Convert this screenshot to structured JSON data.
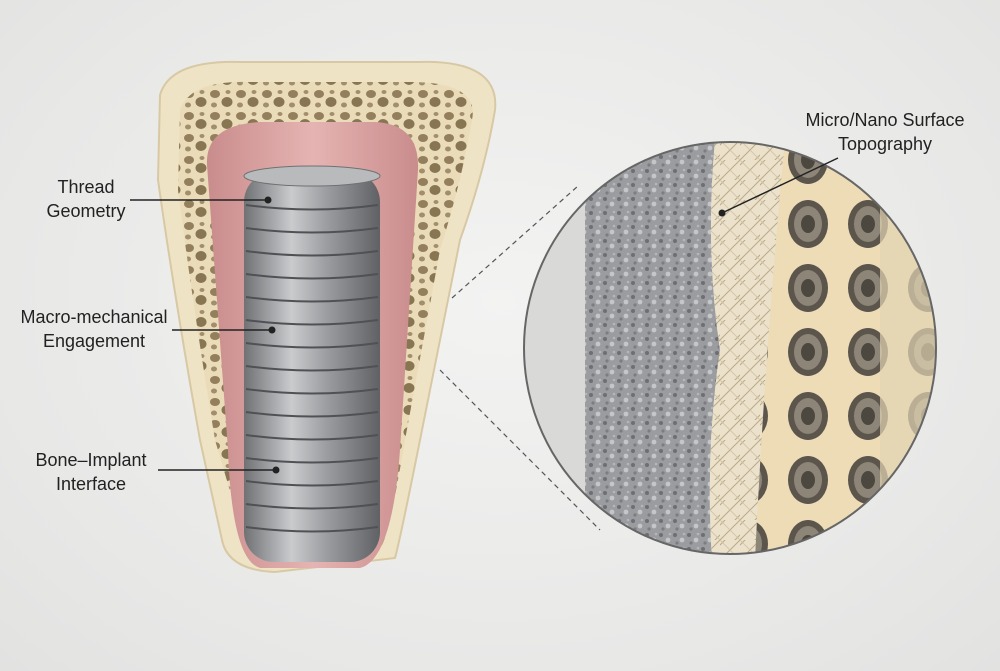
{
  "labels": {
    "thread": {
      "line1": "Thread",
      "line2": "Geometry"
    },
    "macro": {
      "line1": "Macro-mechanical",
      "line2": "Engagement"
    },
    "bone": {
      "line1": "Bone–Implant",
      "line2": "Interface"
    },
    "micro": {
      "line1": "Micro/Nano Surface",
      "line2": "Topography"
    }
  },
  "colors": {
    "background": "#ececeb",
    "bone": "#efe3c6",
    "bone_dark": "#c9b48a",
    "soft_tissue": "#d9a0a0",
    "implant": "#8e9093",
    "implant_light": "#c4c6c8",
    "leader_line": "#222222"
  }
}
